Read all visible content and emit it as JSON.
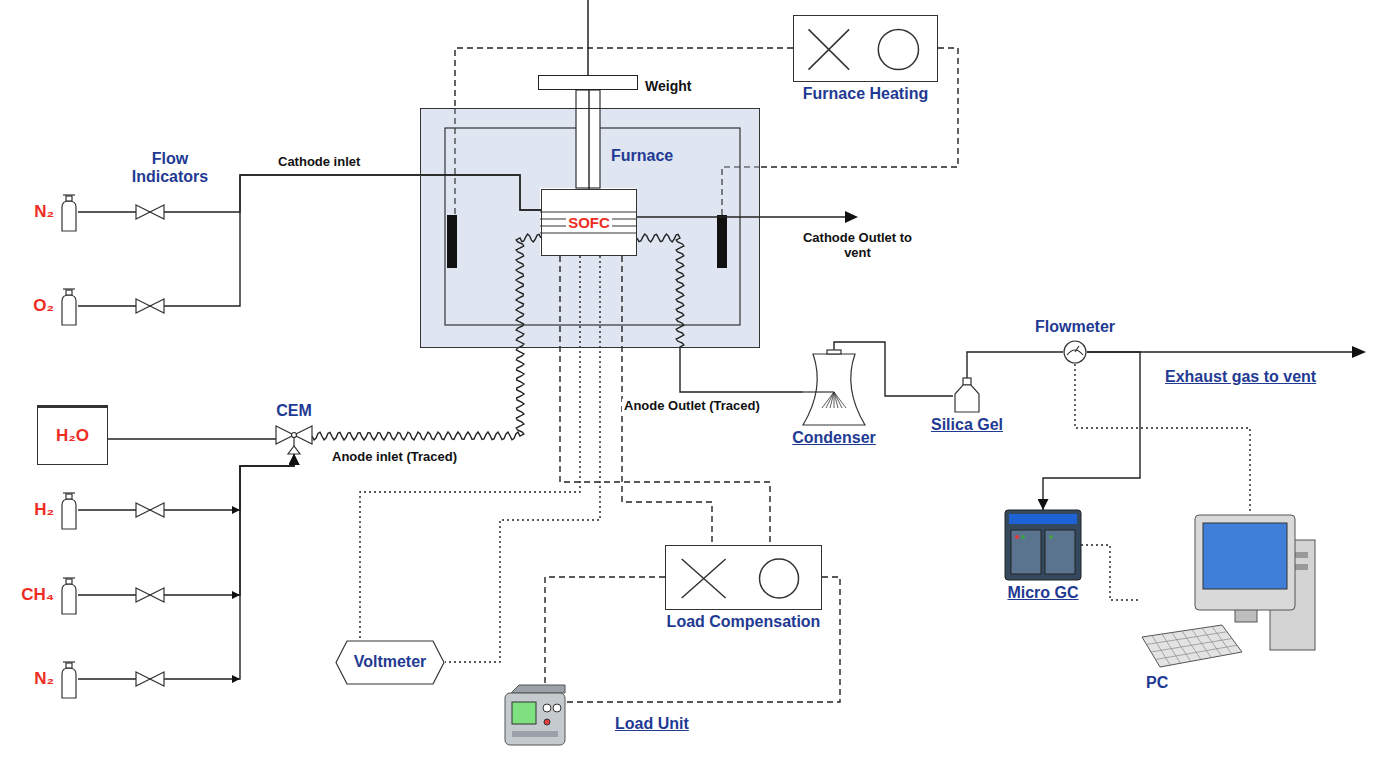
{
  "diagram": {
    "nodes": [
      {
        "text": [
          "N₂"
        ]
      },
      {
        "text": [
          "O₂"
        ]
      },
      {
        "text": [
          "Weight"
        ]
      },
      {
        "text": [
          "Furnace Heating"
        ]
      },
      {
        "text": [
          "Furnace"
        ]
      },
      {
        "text": [
          "SOFC"
        ],
        "in": 4
      },
      {
        "text": [
          "H₂O"
        ]
      },
      {
        "text": [
          "CEM"
        ]
      },
      {
        "text": [
          "H₂"
        ]
      },
      {
        "text": [
          "CH₄"
        ]
      },
      {
        "text": [
          "N₂"
        ]
      },
      {
        "text": [
          "Condenser"
        ]
      },
      {
        "text": [
          "Silica Gel"
        ]
      },
      {
        "text": [
          "Flowmeter"
        ]
      },
      {
        "text": [
          "Micro GC"
        ]
      },
      {
        "text": [
          "PC"
        ]
      },
      {
        "text": [
          "Voltmeter"
        ]
      },
      {
        "text": [
          "Load Compensation"
        ]
      },
      {
        "text": [
          "Load Unit"
        ]
      }
    ],
    "edges": [
      {
        "from": 0,
        "to": 5,
        "arrow": "none"
      },
      {
        "from": 1,
        "to": 5,
        "arrow": "none"
      },
      {
        "from": 2,
        "to": 5,
        "arrow": "none"
      },
      {
        "from": 3,
        "to": 4,
        "arrow": "none"
      },
      {
        "from": 3,
        "to": 4,
        "arrow": "none"
      },
      {
        "from": 6,
        "to": 7,
        "arrow": "none"
      },
      {
        "from": 8,
        "to": 7,
        "arrow": "to"
      },
      {
        "from": 9,
        "to": 7,
        "arrow": "to"
      },
      {
        "from": 10,
        "to": 7,
        "arrow": "to"
      },
      {
        "from": 7,
        "to": 5,
        "label": "Anode inlet (Traced)",
        "arrow": "none"
      },
      {
        "from": 5,
        "to": 11,
        "label": "Anode Outlet (Traced)",
        "arrow": "none"
      },
      {
        "from": 11,
        "to": 12,
        "arrow": "none"
      },
      {
        "from": 12,
        "to": 13,
        "arrow": "none"
      },
      {
        "from": 13,
        "to": 14,
        "arrow": "to"
      },
      {
        "from": 13,
        "to": 15,
        "arrow": "none"
      },
      {
        "from": 14,
        "to": 15,
        "arrow": "none"
      },
      {
        "from": 5,
        "to": 16,
        "arrow": "none"
      },
      {
        "from": 5,
        "to": 16,
        "arrow": "none"
      },
      {
        "from": 5,
        "to": 17,
        "arrow": "none"
      },
      {
        "from": 5,
        "to": 17,
        "arrow": "none"
      },
      {
        "from": 17,
        "to": 18,
        "arrow": "none"
      },
      {
        "from": 17,
        "to": 18,
        "arrow": "none"
      }
    ],
    "labels": [
      "Flow Indicators",
      "Cathode inlet",
      "Cathode Outlet to vent",
      "Exhaust gas to vent"
    ]
  }
}
